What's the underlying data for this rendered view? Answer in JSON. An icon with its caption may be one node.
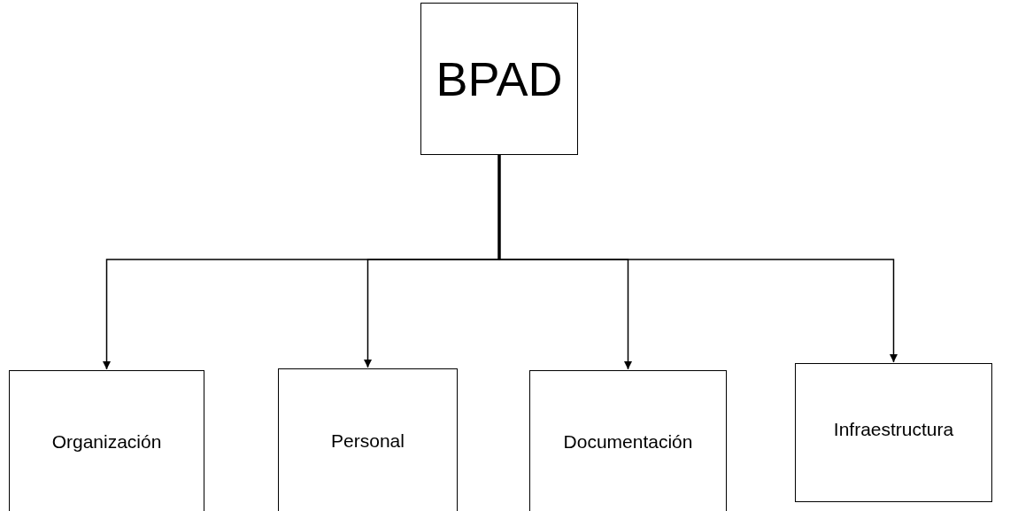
{
  "diagram": {
    "nodes": [
      {
        "text": [
          "BPAD"
        ]
      },
      {
        "text": [
          "Organización"
        ]
      },
      {
        "text": [
          "Personal"
        ]
      },
      {
        "text": [
          "Documentación"
        ]
      },
      {
        "text": [
          "Infraestructura"
        ]
      }
    ],
    "edges": [
      {
        "from": 0,
        "to": 1,
        "arrow": "to"
      },
      {
        "from": 0,
        "to": 2,
        "arrow": "to"
      },
      {
        "from": 0,
        "to": 3,
        "arrow": "to"
      },
      {
        "from": 0,
        "to": 4,
        "arrow": "to"
      }
    ]
  }
}
